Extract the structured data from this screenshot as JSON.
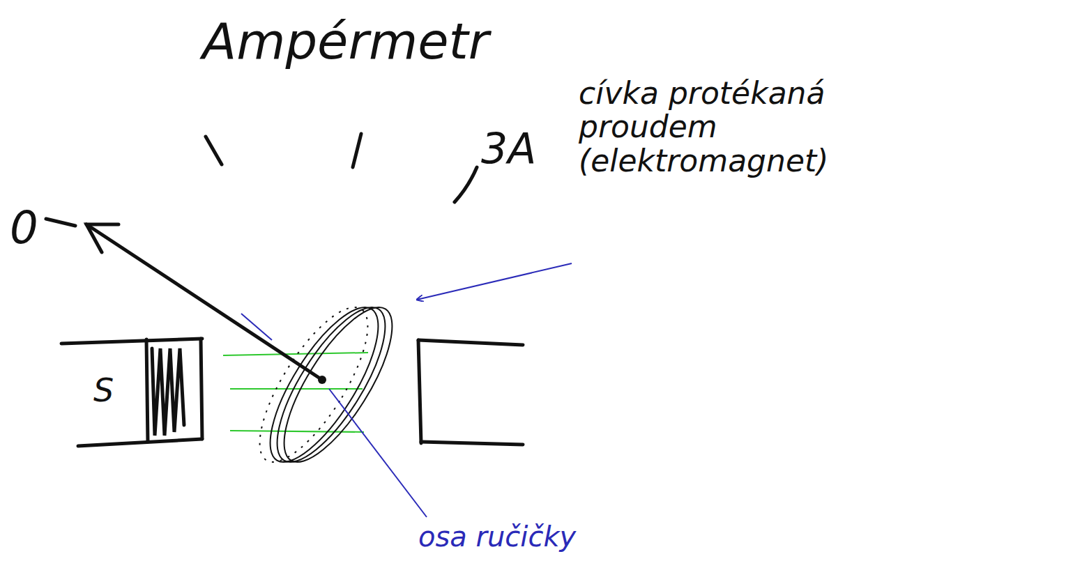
{
  "diagram": {
    "title": "Ampérmetr",
    "labels": [
      "0",
      "3A",
      "S",
      "cívka protékaná proudem (elektromagnet)",
      "osa ručičky"
    ]
  }
}
